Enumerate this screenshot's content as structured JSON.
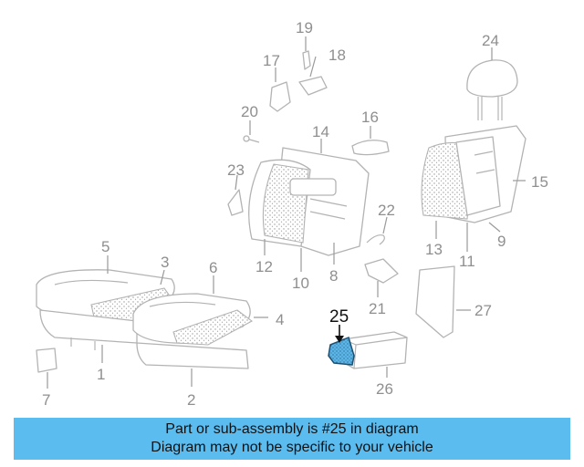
{
  "callouts": {
    "c1": "1",
    "c2": "2",
    "c3": "3",
    "c4": "4",
    "c5": "5",
    "c6": "6",
    "c7": "7",
    "c8": "8",
    "c9": "9",
    "c10": "10",
    "c11": "11",
    "c12": "12",
    "c13": "13",
    "c14": "14",
    "c15": "15",
    "c16": "16",
    "c17": "17",
    "c18": "18",
    "c19": "19",
    "c20": "20",
    "c21": "21",
    "c22": "22",
    "c23": "23",
    "c24": "24",
    "c25": "25",
    "c26": "26",
    "c27": "27"
  },
  "highlight": {
    "part": "25",
    "color": "#5bb5e6"
  },
  "banner": {
    "line1": "Part or sub-assembly is #25 in diagram",
    "line2": "Diagram may not be specific to your vehicle",
    "background": "#5bbcf0"
  }
}
